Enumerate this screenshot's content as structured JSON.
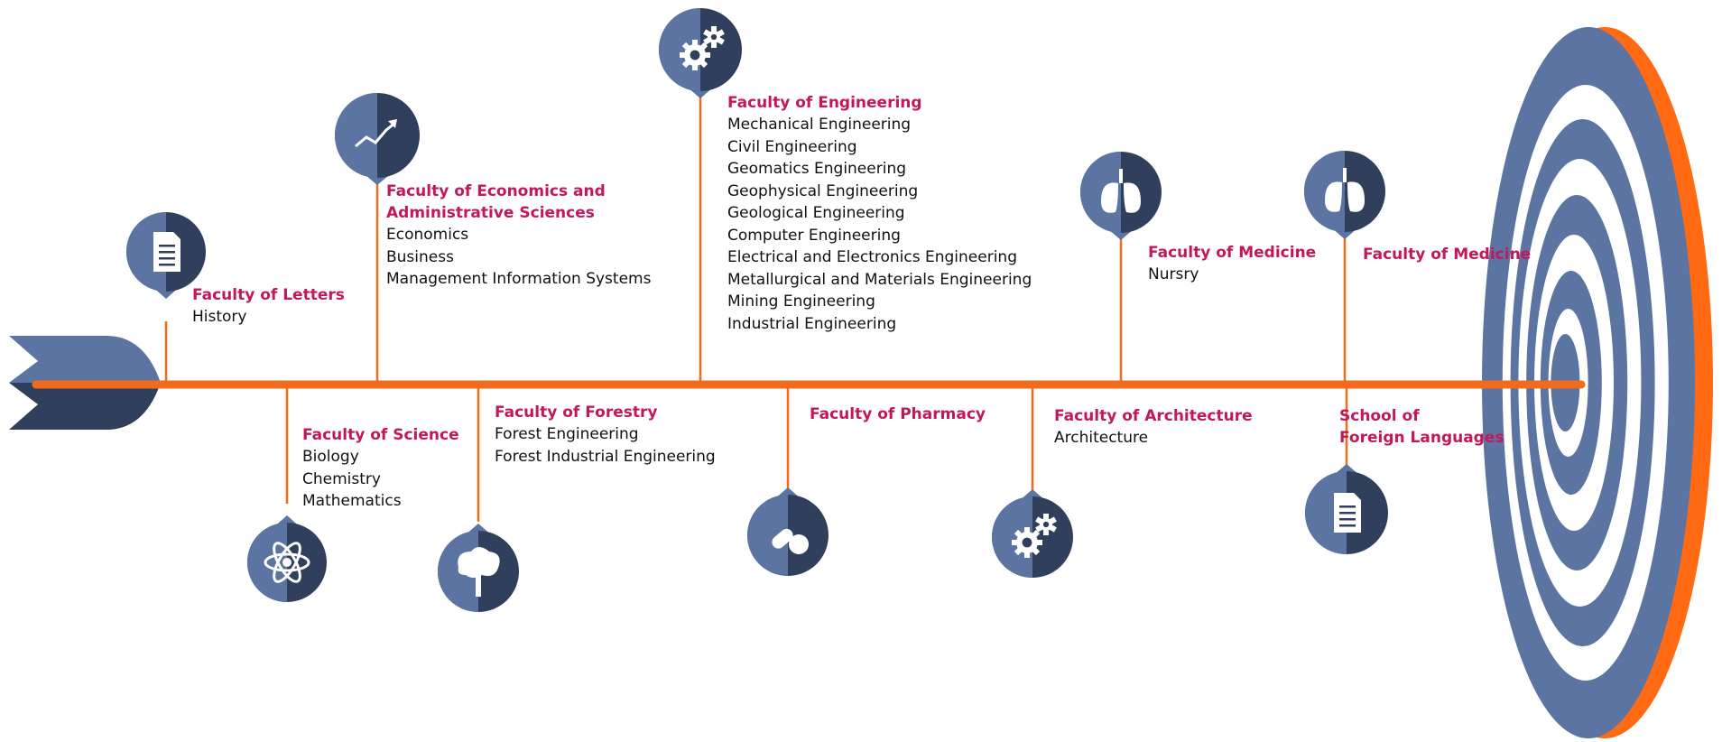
{
  "colors": {
    "timeline": "#f26b1d",
    "icon_light": "#5b74a2",
    "icon_dark": "#2f3f5c",
    "title": "#c2185b",
    "text": "#111111",
    "target_rim": "#ff6a13"
  },
  "faculties": [
    {
      "id": "letters",
      "title": "Faculty of Letters",
      "items": [
        "History"
      ],
      "icon": "document-icon"
    },
    {
      "id": "science",
      "title": "Faculty of Science",
      "items": [
        "Biology",
        "Chemistry",
        "Mathematics"
      ],
      "icon": "atom-icon"
    },
    {
      "id": "economics",
      "title": "Faculty of Economics and\nAdministrative Sciences",
      "items": [
        "Economics",
        "Business",
        "Management Information Systems"
      ],
      "icon": "trend-chart-icon"
    },
    {
      "id": "forestry",
      "title": "Faculty of Forestry",
      "items": [
        "Forest Engineering",
        "Forest Industrial Engineering"
      ],
      "icon": "tree-icon"
    },
    {
      "id": "engineering",
      "title": "Faculty of Engineering",
      "items": [
        "Mechanical Engineering",
        "Civil Engineering",
        "Geomatics Engineering",
        "Geophysical Engineering",
        "Geological Engineering",
        "Computer Engineering",
        "Electrical and Electronics Engineering",
        "Metallurgical and Materials Engineering",
        "Mining Engineering",
        "Industrial Engineering"
      ],
      "icon": "gears-icon"
    },
    {
      "id": "pharmacy",
      "title": "Faculty of Pharmacy",
      "items": [],
      "icon": "pills-icon"
    },
    {
      "id": "architecture",
      "title": "Faculty of Architecture",
      "items": [
        "Architecture"
      ],
      "icon": "gears-icon"
    },
    {
      "id": "medicine1",
      "title": "Faculty of Medicine",
      "items": [
        "Nursry"
      ],
      "icon": "lungs-icon"
    },
    {
      "id": "foreign-languages",
      "title": "School of\nForeign Languages",
      "items": [],
      "icon": "document-icon"
    },
    {
      "id": "medicine2",
      "title": "Faculty of Medicine",
      "items": [],
      "icon": "lungs-icon"
    }
  ]
}
